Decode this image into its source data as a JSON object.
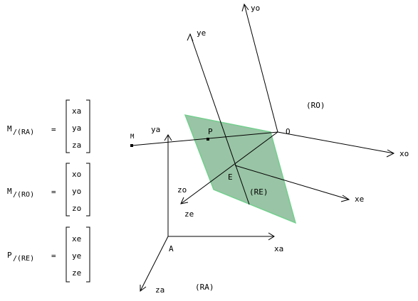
{
  "colors": {
    "plane_fill": "#99c4a5",
    "plane_edge": "#70d08c",
    "ink": "#000000",
    "background": "#ffffff"
  },
  "frames": {
    "ra": {
      "name": "(RA)",
      "origin": "A",
      "x_axis": "xa",
      "y_axis": "ya",
      "z_axis": "za"
    },
    "ro": {
      "name": "(RO)",
      "origin": "O",
      "x_axis": "xo",
      "y_axis": "yo",
      "z_axis": "zo"
    },
    "re": {
      "name": "(RE)",
      "origin": "E",
      "x_axis": "xe",
      "y_axis": "ye",
      "z_axis": "ze"
    }
  },
  "points": {
    "m": "M",
    "p": "P"
  },
  "equations": [
    {
      "base": "M",
      "frame": "/(RA)",
      "equals": "=",
      "vector": [
        "xa",
        "ya",
        "za"
      ]
    },
    {
      "base": "M",
      "frame": "/(RO)",
      "equals": "=",
      "vector": [
        "xo",
        "yo",
        "zo"
      ]
    },
    {
      "base": "P",
      "frame": "/(RE)",
      "equals": "=",
      "vector": [
        "xe",
        "ye",
        "ze"
      ]
    }
  ]
}
